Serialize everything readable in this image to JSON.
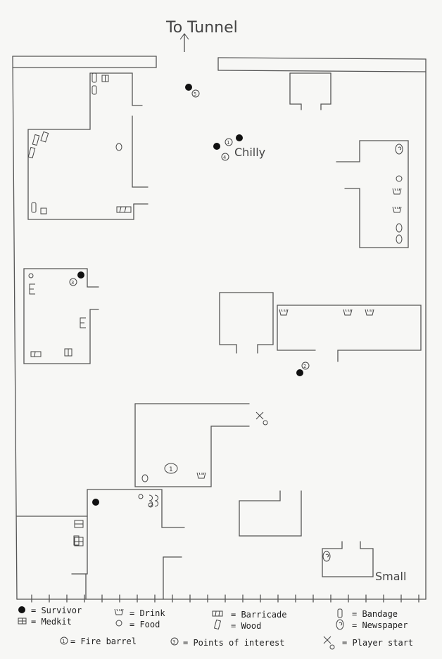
{
  "title": "To Tunnel",
  "annotations": {
    "chilly": "Chilly",
    "small": "Small"
  },
  "colors": {
    "ink": "#444444",
    "survivor": "#111111",
    "paper": "#f7f7f5"
  },
  "points_of_interest": [
    "1",
    "2",
    "3",
    "4",
    "5"
  ],
  "legend": {
    "survivor": "= Survivor",
    "medkit": "= Medkit",
    "drink": "= Drink",
    "food": "= Food",
    "barricade": "= Barricade",
    "wood": "= Wood",
    "bandage": "= Bandage",
    "newspaper": "= Newspaper",
    "fire_barrel": "= Fire barrel",
    "poi": "= Points of interest",
    "player_start": "= Player start"
  },
  "legend_icons": {
    "fire_barrel": "1",
    "poi": "3"
  }
}
